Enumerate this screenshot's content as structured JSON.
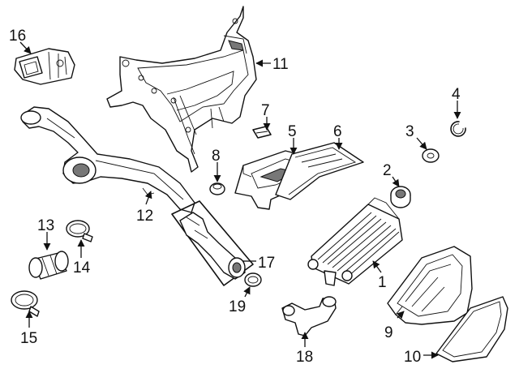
{
  "diagram": {
    "callouts": [
      {
        "id": "c1",
        "label": "1"
      },
      {
        "id": "c2",
        "label": "2"
      },
      {
        "id": "c3",
        "label": "3"
      },
      {
        "id": "c4",
        "label": "4"
      },
      {
        "id": "c5",
        "label": "5"
      },
      {
        "id": "c6",
        "label": "6"
      },
      {
        "id": "c7",
        "label": "7"
      },
      {
        "id": "c8",
        "label": "8"
      },
      {
        "id": "c9",
        "label": "9"
      },
      {
        "id": "c10",
        "label": "10"
      },
      {
        "id": "c11",
        "label": "11"
      },
      {
        "id": "c12",
        "label": "12"
      },
      {
        "id": "c13",
        "label": "13"
      },
      {
        "id": "c14",
        "label": "14"
      },
      {
        "id": "c15",
        "label": "15"
      },
      {
        "id": "c16",
        "label": "16"
      },
      {
        "id": "c17",
        "label": "17"
      },
      {
        "id": "c18",
        "label": "18"
      },
      {
        "id": "c19",
        "label": "19"
      }
    ]
  }
}
